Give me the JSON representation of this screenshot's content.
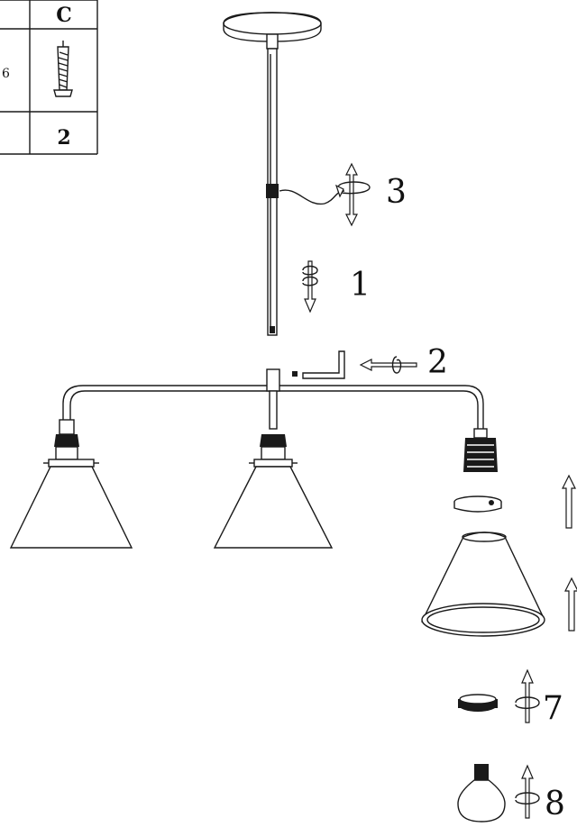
{
  "parts_table": {
    "column_letter": "C",
    "quantity": "2",
    "partial_glyph": "6"
  },
  "steps": [
    {
      "id": "1",
      "label": "1"
    },
    {
      "id": "2",
      "label": "2"
    },
    {
      "id": "3",
      "label": "3"
    },
    {
      "id": "7",
      "label": "7"
    },
    {
      "id": "8",
      "label": "8"
    }
  ]
}
